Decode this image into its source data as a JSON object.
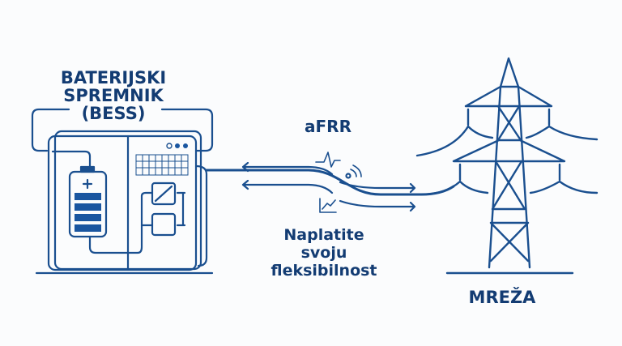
{
  "diagram": {
    "bess": {
      "title_lines": [
        "BATERIJSKI",
        "SPREMNIK",
        "(BESS)"
      ],
      "battery_icon": "battery-icon",
      "inverter_icon": "inverter-ac-dc-icon",
      "battery_pack_icon": "battery-pack-icon",
      "vent_icon": "vent-grid-icon",
      "indicator_lights": 3
    },
    "service": {
      "label": "aFRR",
      "signal_icon": "pulse-signal-icon",
      "wireless_icon": "wireless-icon",
      "chart_icon": "trend-chart-icon"
    },
    "slogan_lines": [
      "Naplatite",
      "svoju",
      "fleksibilnost"
    ],
    "grid": {
      "label": "MREŽA",
      "tower_icon": "power-tower-icon"
    },
    "colors": {
      "primary": "#133c73",
      "line": "#1a56a0",
      "background": "#fbfcfd"
    }
  }
}
